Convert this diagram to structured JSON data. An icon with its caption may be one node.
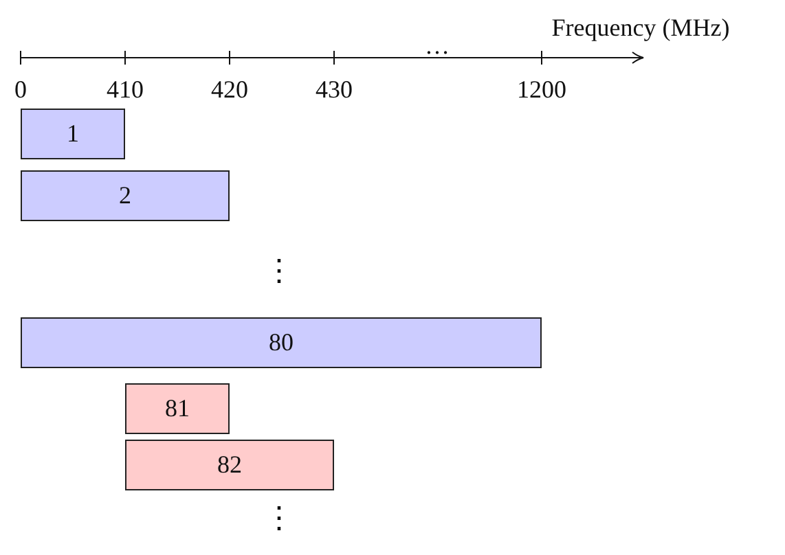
{
  "diagram": {
    "nodes": [
      {
        "text": [
          "1"
        ]
      },
      {
        "text": [
          "2"
        ]
      },
      {
        "text": [
          "80"
        ]
      },
      {
        "text": [
          "81"
        ]
      },
      {
        "text": [
          "82"
        ]
      }
    ],
    "labels": [
      "Frequency (MHz)",
      "0",
      "410",
      "420",
      "430",
      "1200",
      "…",
      "⋮",
      "⋮"
    ]
  }
}
